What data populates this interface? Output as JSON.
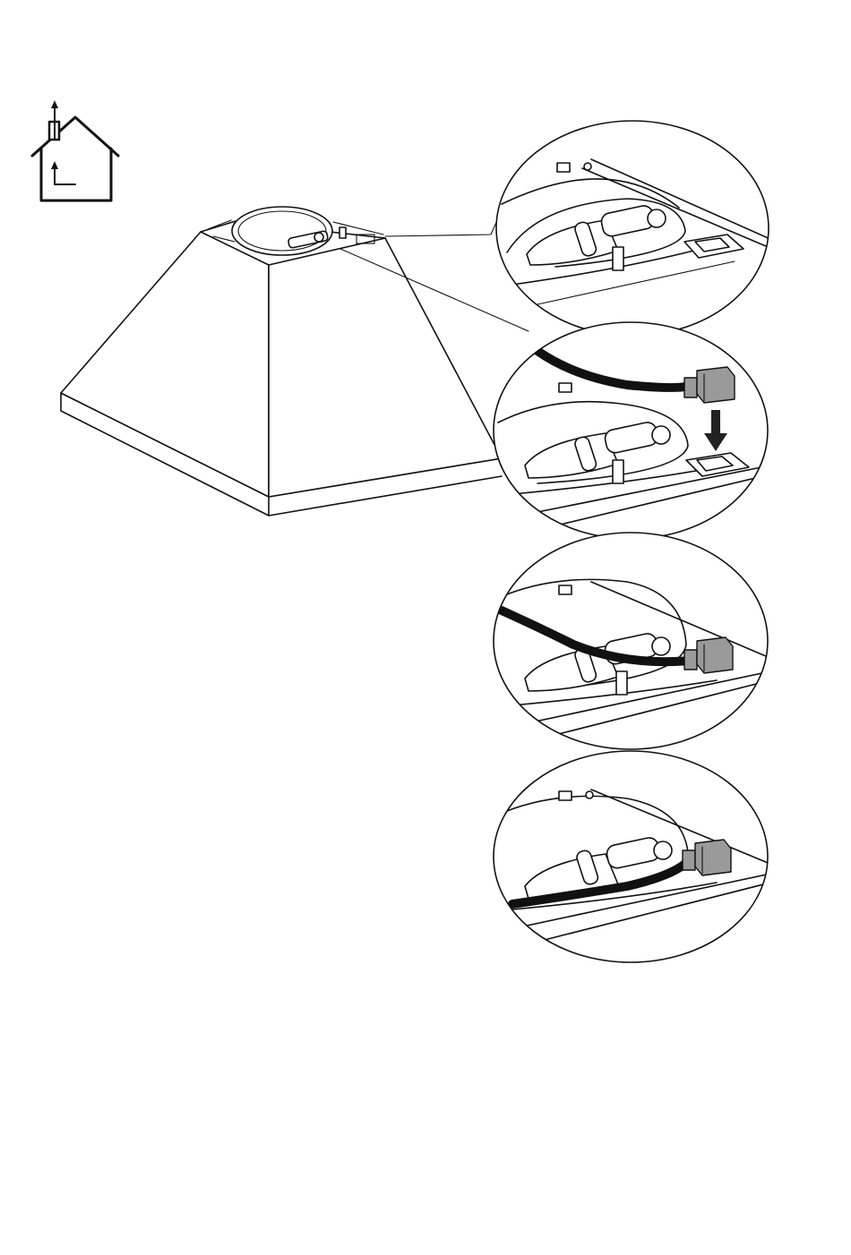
{
  "figure": {
    "icons": {
      "house": "house-ducted-vent-icon",
      "arrow": "down-arrow-icon"
    },
    "colors": {
      "line": "#111111",
      "connector": "#9a9a9a",
      "background": "#ffffff"
    },
    "detail_steps": [
      {
        "name": "step-1-closeup-fan-socket"
      },
      {
        "name": "step-2-insert-connector"
      },
      {
        "name": "step-3-connector-seated"
      },
      {
        "name": "step-4-cable-routed"
      }
    ]
  }
}
